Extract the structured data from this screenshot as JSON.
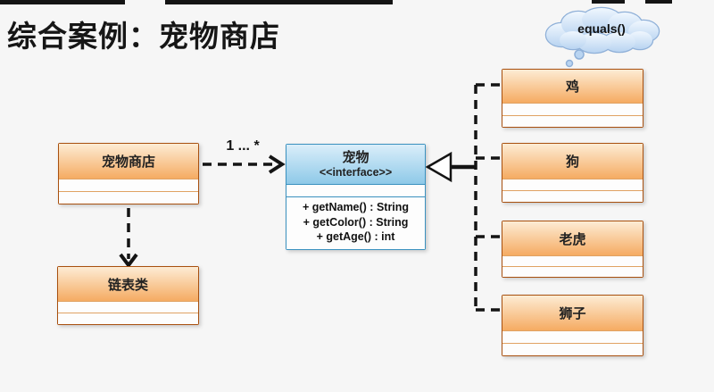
{
  "title": "综合案例：宠物商店",
  "colors": {
    "background": "#f6f6f6",
    "title": "#161616",
    "text": "#222222",
    "connector": "#141414",
    "class_border": "#a8500f",
    "class_header_top": "#fdecd4",
    "class_header_bottom": "#f5ab62",
    "class_row_line": "#e0a263",
    "interface_border": "#3a91bf",
    "interface_header_top": "#daeefa",
    "interface_header_bottom": "#8ec9e8",
    "cloud_fill_top": "#f0f7fe",
    "cloud_fill_bottom": "#b9d4f1",
    "cloud_border": "#8fb0d8"
  },
  "classes": [
    {
      "id": "pet-shop",
      "name": "宠物商店"
    },
    {
      "id": "linked-list",
      "name": "链表类"
    },
    {
      "id": "chicken",
      "name": "鸡"
    },
    {
      "id": "dog",
      "name": "狗"
    },
    {
      "id": "tiger",
      "name": "老虎"
    },
    {
      "id": "lion",
      "name": "狮子"
    }
  ],
  "interface_box": {
    "name": "宠物",
    "stereotype": "<<interface>>",
    "methods": [
      "+ getName() : String",
      "+ getColor() : String",
      "+ getAge() : int"
    ]
  },
  "association": {
    "label": "1 ... *"
  },
  "cloud": {
    "label": "equals()"
  }
}
